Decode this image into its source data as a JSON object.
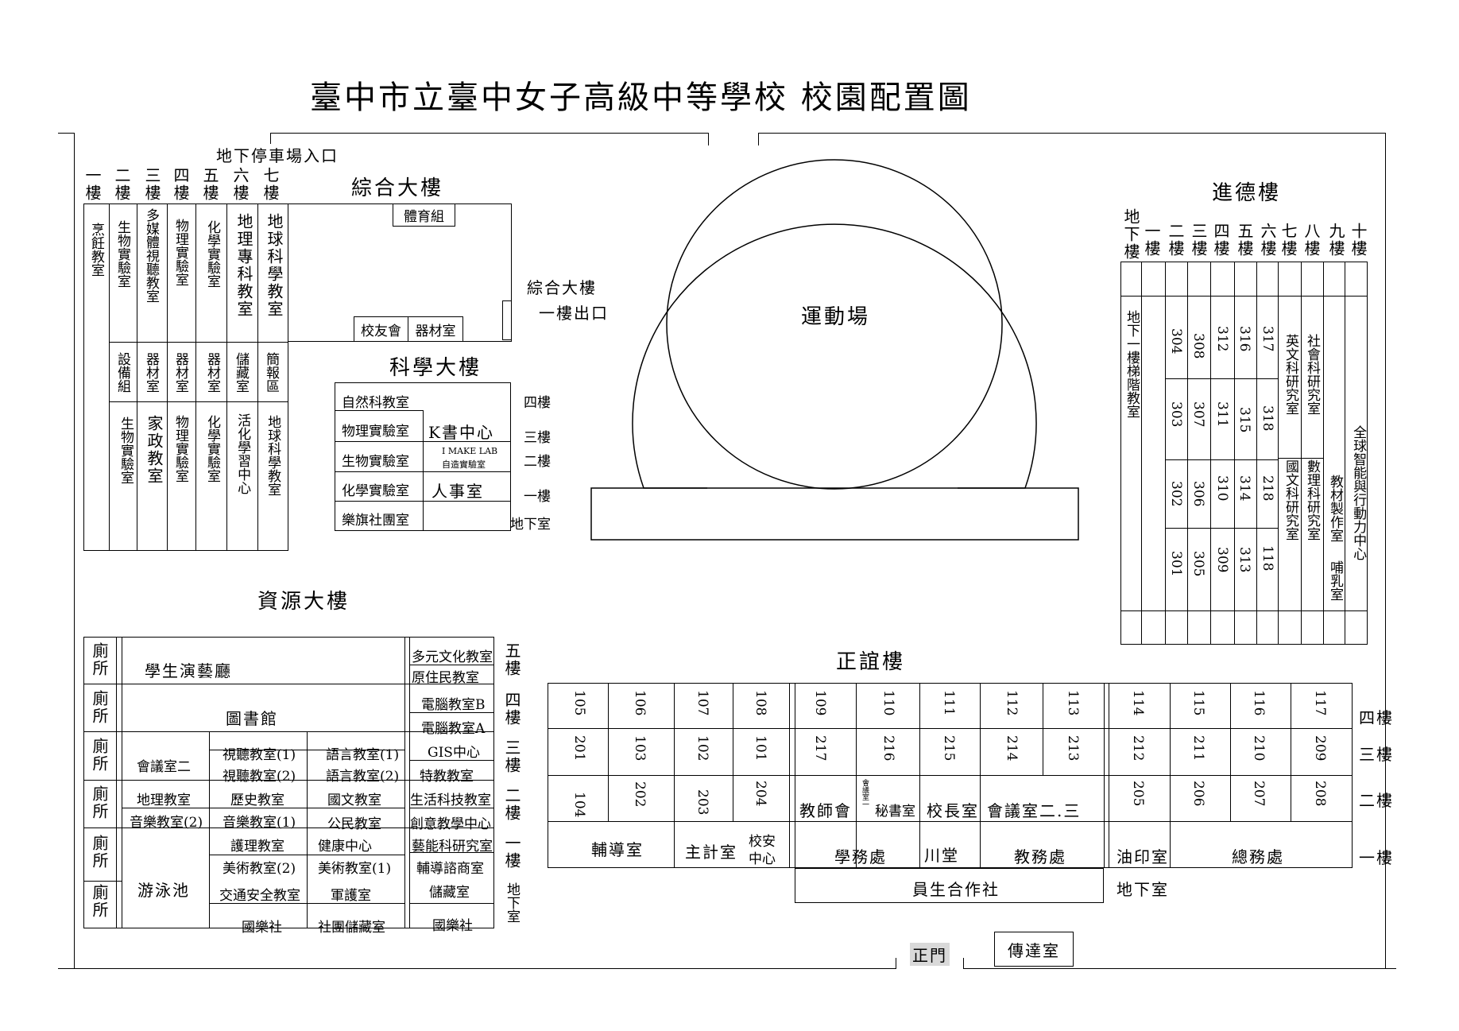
{
  "title": "臺中市立臺中女子高級中等學校 校園配置圖",
  "outer": {
    "parking_entrance": "地下停車場入口",
    "main_gate": "正門",
    "guard_room": "傳達室"
  },
  "zonghe": {
    "name": "綜合大樓",
    "floor_labels": [
      "一樓",
      "二樓",
      "三樓",
      "四樓",
      "五樓",
      "六樓",
      "七樓"
    ],
    "top_rooms": [
      "烹飪教室",
      "生物實驗室",
      "多媒體視聽教室",
      "物理實驗室",
      "化學實驗室",
      "地理專科教室",
      "地球科學教室"
    ],
    "mid_rooms": [
      "設備組",
      "器材室",
      "器材室",
      "器材室",
      "儲藏室",
      "簡報區"
    ],
    "bottom_rooms": [
      "生物實驗室",
      "家政教室",
      "物理實驗室",
      "化學實驗室",
      "活化學習中心",
      "地球科學教室"
    ],
    "sports_group": "體育組",
    "alumni": "校友會",
    "equipment": "器材室",
    "exit_line1": "綜合大樓",
    "exit_line2": "一樓出口"
  },
  "science": {
    "name": "科學大樓",
    "left_rooms": [
      "自然科教室",
      "物理實驗室",
      "生物實驗室",
      "化學實驗室",
      "樂旗社團室"
    ],
    "k_center": "K書中心",
    "imake_line1": "I MAKE LAB",
    "imake_line2": "自造實驗室",
    "personnel": "人事室",
    "floors": [
      "四樓",
      "三樓",
      "二樓",
      "一樓",
      "地下室"
    ]
  },
  "field": {
    "name": "運動場"
  },
  "jinde": {
    "name": "進德樓",
    "floor_labels": [
      "地下樓",
      "一樓",
      "二樓",
      "三樓",
      "四樓",
      "五樓",
      "六樓",
      "七樓",
      "八樓",
      "九樓",
      "十樓"
    ],
    "basement_room": "地下一樓梯階教室",
    "col2": [
      "304",
      "303",
      "302",
      "301"
    ],
    "col3": [
      "308",
      "307",
      "306",
      "305"
    ],
    "col4": [
      "312",
      "311",
      "310",
      "309"
    ],
    "col5": [
      "316",
      "315",
      "314",
      "313"
    ],
    "col6": [
      "317",
      "318",
      "218",
      "118"
    ],
    "english": "英文科研究室",
    "chinese": "國文科研究室",
    "social": "社會科研究室",
    "math": "數理科研究室",
    "materials": "教材製作室",
    "nursing": "哺乳室",
    "ai_center": "全球智能與行動力中心"
  },
  "ziyuan": {
    "name": "資源大樓",
    "toilet": "廁所",
    "performance_hall": "學生演藝廳",
    "multicultural": "多元文化教室",
    "indigenous": "原住民教室",
    "library": "圖書館",
    "computer_b": "電腦教室B",
    "computer_a": "電腦教室A",
    "meeting2": "會議室二",
    "av1": "視聽教室(1)",
    "lang1": "語言教室(1)",
    "gis": "GIS中心",
    "av2": "視聽教室(2)",
    "lang2": "語言教室(2)",
    "special": "特教教室",
    "geography": "地理教室",
    "history": "歷史教室",
    "chinese_room": "國文教室",
    "life_tech": "生活科技教室",
    "music2": "音樂教室(2)",
    "music1": "音樂教室(1)",
    "civics": "公民教室",
    "creative": "創意教學中心",
    "nursing_room": "護理教室",
    "health": "健康中心",
    "arts_research": "藝能科研究室",
    "pool": "游泳池",
    "art2": "美術教室(2)",
    "art1": "美術教室(1)",
    "counseling_room": "輔導諮商室",
    "traffic": "交通安全教室",
    "military": "軍護室",
    "storage": "儲藏室",
    "guoyue1": "國樂社",
    "club_storage": "社團儲藏室",
    "guoyue2": "國樂社",
    "floors": [
      "五樓",
      "四樓",
      "三樓",
      "二樓",
      "一樓",
      "地下室"
    ]
  },
  "zhengyi": {
    "name": "正誼樓",
    "row4": [
      "105",
      "106",
      "107",
      "108",
      "109",
      "110",
      "111",
      "112",
      "113",
      "114",
      "115",
      "116",
      "117"
    ],
    "row3": [
      "201",
      "103",
      "102",
      "101",
      "217",
      "216",
      "215",
      "214",
      "213",
      "212",
      "211",
      "210",
      "209"
    ],
    "row2_left": [
      "104",
      "202",
      "203",
      "204"
    ],
    "row2_right": [
      "205",
      "206",
      "207",
      "208"
    ],
    "teachers": "教師會",
    "meeting1": "會議室一",
    "secretary": "秘書室",
    "principal": "校長室",
    "meeting23": "會議室二.三",
    "counseling": "輔導室",
    "accounting": "主計室",
    "security_line1": "校安",
    "security_line2": "中心",
    "academic": "學務處",
    "hall": "川堂",
    "academic_affairs": "教務處",
    "printing": "油印室",
    "general": "總務處",
    "coop": "員生合作社",
    "basement": "地下室",
    "floors": [
      "四樓",
      "三樓",
      "二樓",
      "一樓"
    ]
  }
}
